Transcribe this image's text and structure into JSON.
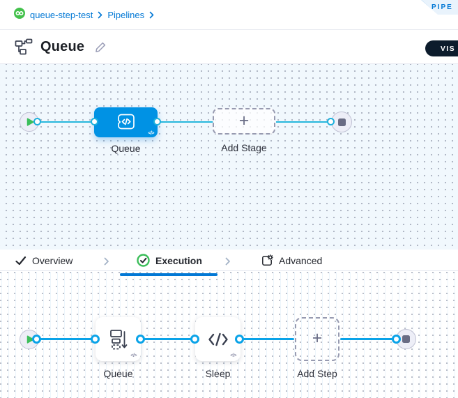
{
  "breadcrumb": {
    "project": "queue-step-test",
    "section": "Pipelines"
  },
  "corner_ribbon": "PIPE",
  "header": {
    "title": "Queue",
    "view_toggle": "VIS"
  },
  "tabs": {
    "overview": "Overview",
    "execution": "Execution",
    "advanced": "Advanced"
  },
  "stage_canvas": {
    "stage_name": "Queue",
    "add_stage": "Add Stage",
    "plus": "+",
    "code_badge": "</>"
  },
  "step_canvas": {
    "step1_name": "Queue",
    "step2_name": "Sleep",
    "add_step": "Add Step",
    "plus": "+",
    "code_badge": "</>"
  },
  "colors": {
    "accent": "#0278D5",
    "stage_node": "#0092E4",
    "wire": "#00ADE4",
    "success": "#3DBE5B"
  }
}
